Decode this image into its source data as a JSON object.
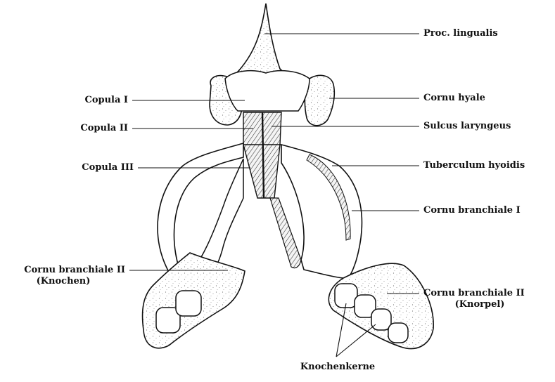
{
  "labels": {
    "proc_lingualis": "Proc. lingualis",
    "cornu_hyale": "Cornu hyale",
    "sulcus_laryngeus": "Sulcus laryngeus",
    "tuberculum_hyoidis": "Tuberculum hyoidis",
    "cornu_branchiale_1": "Cornu branchiale I",
    "cornu_branchiale_2_knorpel": "Cornu branchiale II",
    "knorpel": "(Knorpel)",
    "copula_1": "Copula I",
    "copula_2": "Copula II",
    "copula_3": "Copula III",
    "cornu_branchiale_2_knochen": "Cornu branchiale II",
    "knochen": "(Knochen)",
    "knochenkerne": "Knochenkerne"
  }
}
